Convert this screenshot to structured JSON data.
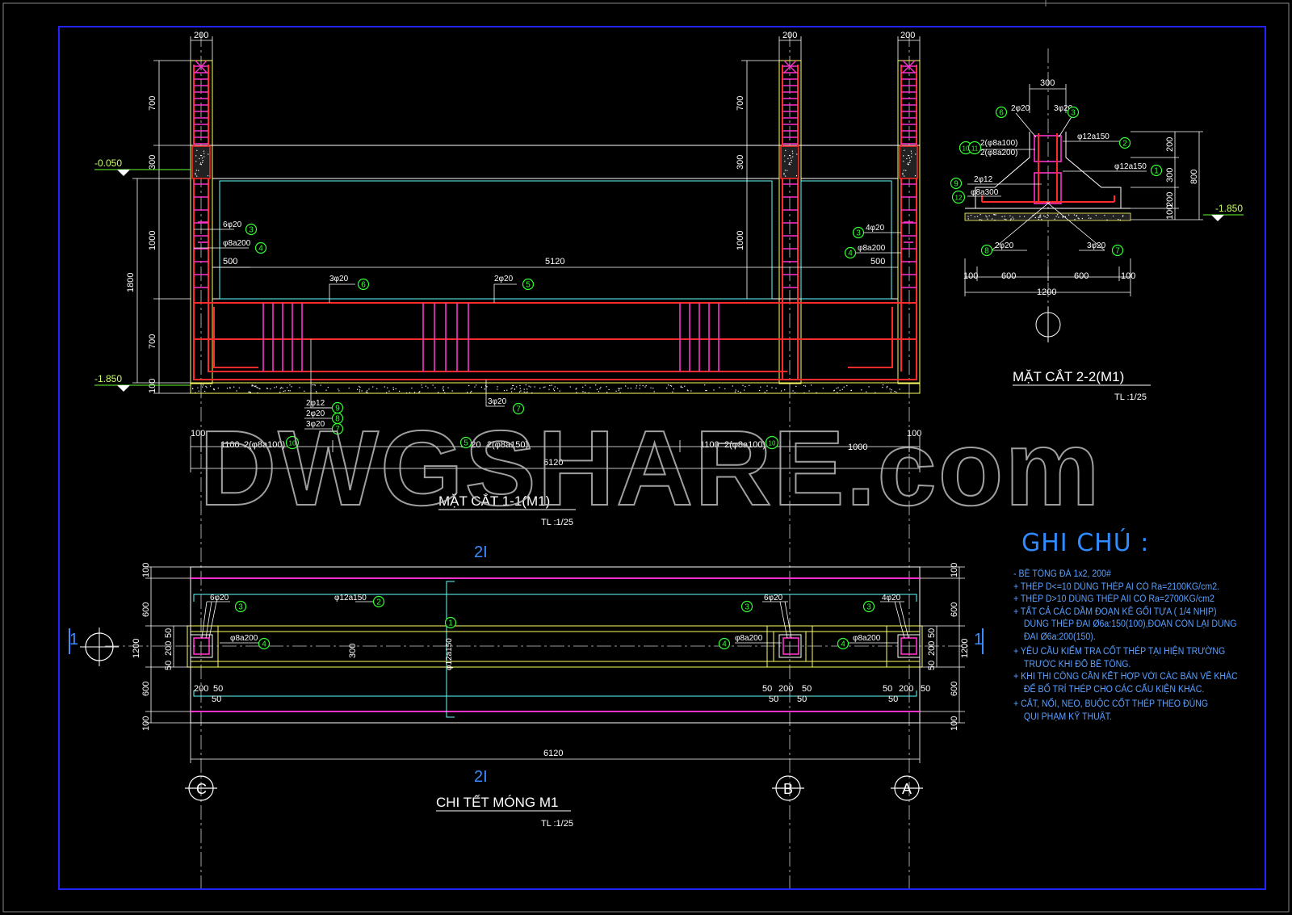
{
  "watermark": "DWGSHARE.com",
  "colors": {
    "background": "#000000",
    "frame": "#2222ff",
    "rebar": "#ff2a2a",
    "stirrup": "#ff33cc",
    "dimension": "#ffffff",
    "outline": "#ffff66",
    "cyan": "#66ffff",
    "marker": "#33ff33",
    "level": "#66ff33",
    "notes": "#3a8cff"
  },
  "section_1": {
    "title": "MẶT CẮT 1-1(M1)",
    "scale": "TL :1/25",
    "top_dims": [
      "200",
      "200",
      "200"
    ],
    "left_dims": [
      "700",
      "300",
      "1000",
      "1800",
      "700",
      "100"
    ],
    "right_dims": [
      "700",
      "300",
      "1000"
    ],
    "level_top": "-0.050",
    "level_bottom": "-1.850",
    "span_label": "5120",
    "left_500": "500",
    "right_500": "500",
    "labels": {
      "left_bar": "6φ20",
      "left_stirrup": "φ8a200",
      "right_bar": "4φ20",
      "right_stirrup": "φ8a200",
      "top_bar_6": "3φ20",
      "top_bar_5": "2φ20",
      "bottom_bar_7": "3φ20",
      "bar_9": "2φ12",
      "bar_8": "2φ20",
      "bar_7b": "3φ20"
    },
    "bottom_dims": {
      "left_100": "100",
      "right_100": "100",
      "seg_1": "1100",
      "seg_1_note": "2(φ8a100)",
      "seg_2": "2920",
      "seg_2_note": "2(φ8a150)",
      "seg_3": "1100",
      "seg_3_note": "2(φ8a100)",
      "seg_4": "1000",
      "total": "6120"
    }
  },
  "section_2": {
    "title": "MẶT CẮT 2-2(M1)",
    "scale": "TL :1/25",
    "top_dim": "300",
    "level": "-1.850",
    "right_dims": [
      "200",
      "300",
      "200",
      "100"
    ],
    "total_height": "800",
    "bottom_dims": [
      "100",
      "600",
      "600",
      "100"
    ],
    "total_width": "1200",
    "labels": {
      "l6": "2φ20",
      "l5": "3φ20",
      "l10": "2(φ8a100)",
      "l11": "2(φ8a200)",
      "l2": "φ12a150",
      "l1": "φ12a150",
      "l9": "2φ12",
      "l12": "φ8a300",
      "l8": "2φ20",
      "l7": "3φ20"
    }
  },
  "plan": {
    "title": "CHI TẾT MÓNG M1",
    "scale": "TL :1/25",
    "cut_mark_top": "2I",
    "cut_mark_bottom": "2I",
    "cut_1": "1",
    "axes": [
      "C",
      "B",
      "A"
    ],
    "total": "6120",
    "left_dims": [
      "100",
      "600",
      "1200",
      "600",
      "100"
    ],
    "right_dims": [
      "100",
      "600",
      "1200",
      "600",
      "100"
    ],
    "inner_dims": [
      "50",
      "200",
      "50"
    ],
    "col_dims": [
      "200",
      "50",
      "50",
      "200",
      "50",
      "50",
      "200",
      "50"
    ],
    "dim_300": "300",
    "labels": {
      "top_rebar": "φ12a150",
      "mid_rebar": "φ12a150",
      "c_bar": "6φ20",
      "c_stirrup": "φ8a200",
      "b_bar": "6φ20",
      "b_stirrup": "φ8a200",
      "a_bar": "4φ20",
      "a_stirrup": "φ8a200"
    }
  },
  "markers": [
    "1",
    "2",
    "3",
    "4",
    "5",
    "6",
    "7",
    "8",
    "9",
    "10",
    "11",
    "12"
  ],
  "notes": {
    "title": "GHI CHÚ :",
    "lines": [
      "-  BÊ TÔNG ĐÁ 1x2, 200#",
      "+ THÉP D<=10 DÙNG THÉP AI CÓ Ra=2100KG/cm2.",
      "+ THÉP D>10 DÙNG THÉP AII CÓ Ra=2700KG/cm2",
      "+ TẤT CẢ CÁC DẦM ĐOẠN KÊ GỐI TỰA ( 1/4 NHỊP)",
      "DÙNG THÉP ĐAI Ø6a:150(100),ĐOẠN CÒN LẠI DÙNG",
      "ĐAI Ø6a:200(150).",
      "+ YÊU CẦU KIỂM TRA CỐT THÉP TẠI HIỆN TRƯỜNG",
      "TRƯỚC KHI ĐỔ BÊ TÔNG.",
      "+ KHI THI CÔNG CẦN KẾT HỢP VỚI CÁC BẢN VẼ KHÁC",
      "ĐỂ BỐ TRÍ THÉP CHO CÁC CẤU KIỆN KHÁC.",
      "+ CẮT, NỐI, NEO, BUỘC CỐT THÉP THEO ĐÚNG",
      "QUI PHẠM KỸ THUẬT."
    ]
  }
}
